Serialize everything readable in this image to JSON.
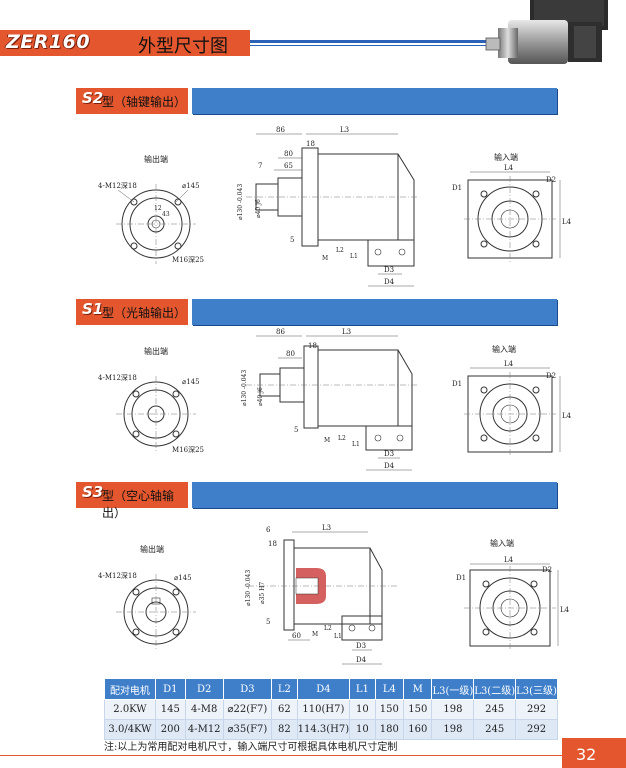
{
  "header": {
    "model": "ZER160",
    "title": "外型尺寸图"
  },
  "sections": [
    {
      "code": "S2",
      "desc": "型（轴键输出）",
      "output_label": "输出端",
      "input_label": "输入端",
      "dims": {
        "holes": "4-M12深18",
        "dia": "⌀145",
        "thread": "M16深25",
        "d86": "86",
        "d18": "18",
        "L3": "L3",
        "d80": "80",
        "d7": "7",
        "d65": "65",
        "d5": "5",
        "M": "M",
        "L2": "L2",
        "L1": "L1",
        "D3": "D3",
        "D4": "D4",
        "D1": "D1",
        "D2": "D2",
        "L4": "L4",
        "shaft": "⌀40 j6",
        "pilot": "⌀130 -0.043",
        "key": "12",
        "keyh": "43"
      }
    },
    {
      "code": "S1",
      "desc": "型（光轴输出）",
      "output_label": "输出端",
      "input_label": "输入端",
      "dims": {
        "holes": "4-M12深18",
        "dia": "⌀145",
        "thread": "M16深25",
        "d86": "86",
        "d18": "18",
        "L3": "L3",
        "d80": "80",
        "d5": "5",
        "M": "M",
        "L2": "L2",
        "L1": "L1",
        "D3": "D3",
        "D4": "D4",
        "D1": "D1",
        "D2": "D2",
        "L4": "L4",
        "shaft": "⌀40 j6",
        "pilot": "⌀130 -0.043"
      }
    },
    {
      "code": "S3",
      "desc": "型（空心轴输出）",
      "output_label": "输出端",
      "input_label": "输入端",
      "dims": {
        "holes": "4-M12深18",
        "dia": "⌀145",
        "d6": "6",
        "L3": "L3",
        "d18": "18",
        "d5": "5",
        "d60": "60",
        "M": "M",
        "L2": "L2",
        "L1": "L1",
        "D3": "D3",
        "D4": "D4",
        "D1": "D1",
        "D2": "D2",
        "L4": "L4",
        "pilot": "⌀130 -0.043",
        "bore": "⌀35 H7"
      }
    }
  ],
  "table": {
    "headers": [
      "配对电机",
      "D1",
      "D2",
      "D3",
      "L2",
      "D4",
      "L1",
      "L4",
      "M",
      "L3(一级)",
      "L3(二级)",
      "L3(三级)"
    ],
    "rows": [
      [
        "2.0KW",
        "145",
        "4-M8",
        "⌀22(F7)",
        "62",
        "110(H7)",
        "10",
        "150",
        "150",
        "198",
        "245",
        "292"
      ],
      [
        "3.0/4KW",
        "200",
        "4-M12",
        "⌀35(F7)",
        "82",
        "114.3(H7)",
        "10",
        "180",
        "160",
        "198",
        "245",
        "292"
      ]
    ]
  },
  "note": "注:以上为常用配对电机尺寸，输入端尺寸可根据具体电机尺寸定制",
  "page_number": "32",
  "colors": {
    "accent": "#e4572e",
    "bar": "#3f7fca",
    "table_row": "#eef3fa"
  }
}
